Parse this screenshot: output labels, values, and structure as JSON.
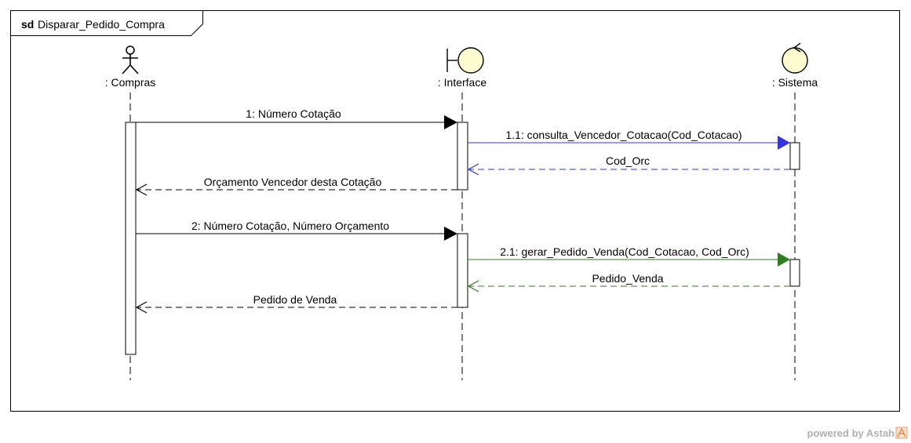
{
  "frame": {
    "keyword": "sd",
    "name": "Disparar_Pedido_Compra"
  },
  "lifelines": [
    {
      "id": "compras",
      "label": ": Compras",
      "kind": "actor"
    },
    {
      "id": "interface",
      "label": ": Interface",
      "kind": "boundary"
    },
    {
      "id": "sistema",
      "label": ": Sistema",
      "kind": "control"
    }
  ],
  "messages": [
    {
      "id": "m1",
      "label": "1: Número Cotação",
      "from": "compras",
      "to": "interface",
      "type": "sync",
      "color": "#000000"
    },
    {
      "id": "m1_1",
      "label": "1.1: consulta_Vencedor_Cotacao(Cod_Cotacao)",
      "from": "interface",
      "to": "sistema",
      "type": "sync",
      "color": "#3535e6"
    },
    {
      "id": "r1_1",
      "label": "Cod_Orc",
      "from": "sistema",
      "to": "interface",
      "type": "reply",
      "color": "#3535e6"
    },
    {
      "id": "r1",
      "label": "Orçamento Vencedor desta Cotação",
      "from": "interface",
      "to": "compras",
      "type": "reply",
      "color": "#000000"
    },
    {
      "id": "m2",
      "label": "2: Número Cotação, Número Orçamento",
      "from": "compras",
      "to": "interface",
      "type": "sync",
      "color": "#000000"
    },
    {
      "id": "m2_1",
      "label": "2.1: gerar_Pedido_Venda(Cod_Cotacao, Cod_Orc)",
      "from": "interface",
      "to": "sistema",
      "type": "sync",
      "color": "#2f7d1e"
    },
    {
      "id": "r2_1",
      "label": "Pedido_Venda",
      "from": "sistema",
      "to": "interface",
      "type": "reply",
      "color": "#2f7d1e"
    },
    {
      "id": "r2",
      "label": "Pedido de Venda",
      "from": "interface",
      "to": "compras",
      "type": "reply",
      "color": "#000000"
    }
  ],
  "watermark": "powered by Astah",
  "colors": {
    "lifeline_fill": "#fdfcd0",
    "frame_border": "#000000",
    "watermark_text": "#b0b0b0",
    "astah_logo": "#e8a070"
  }
}
